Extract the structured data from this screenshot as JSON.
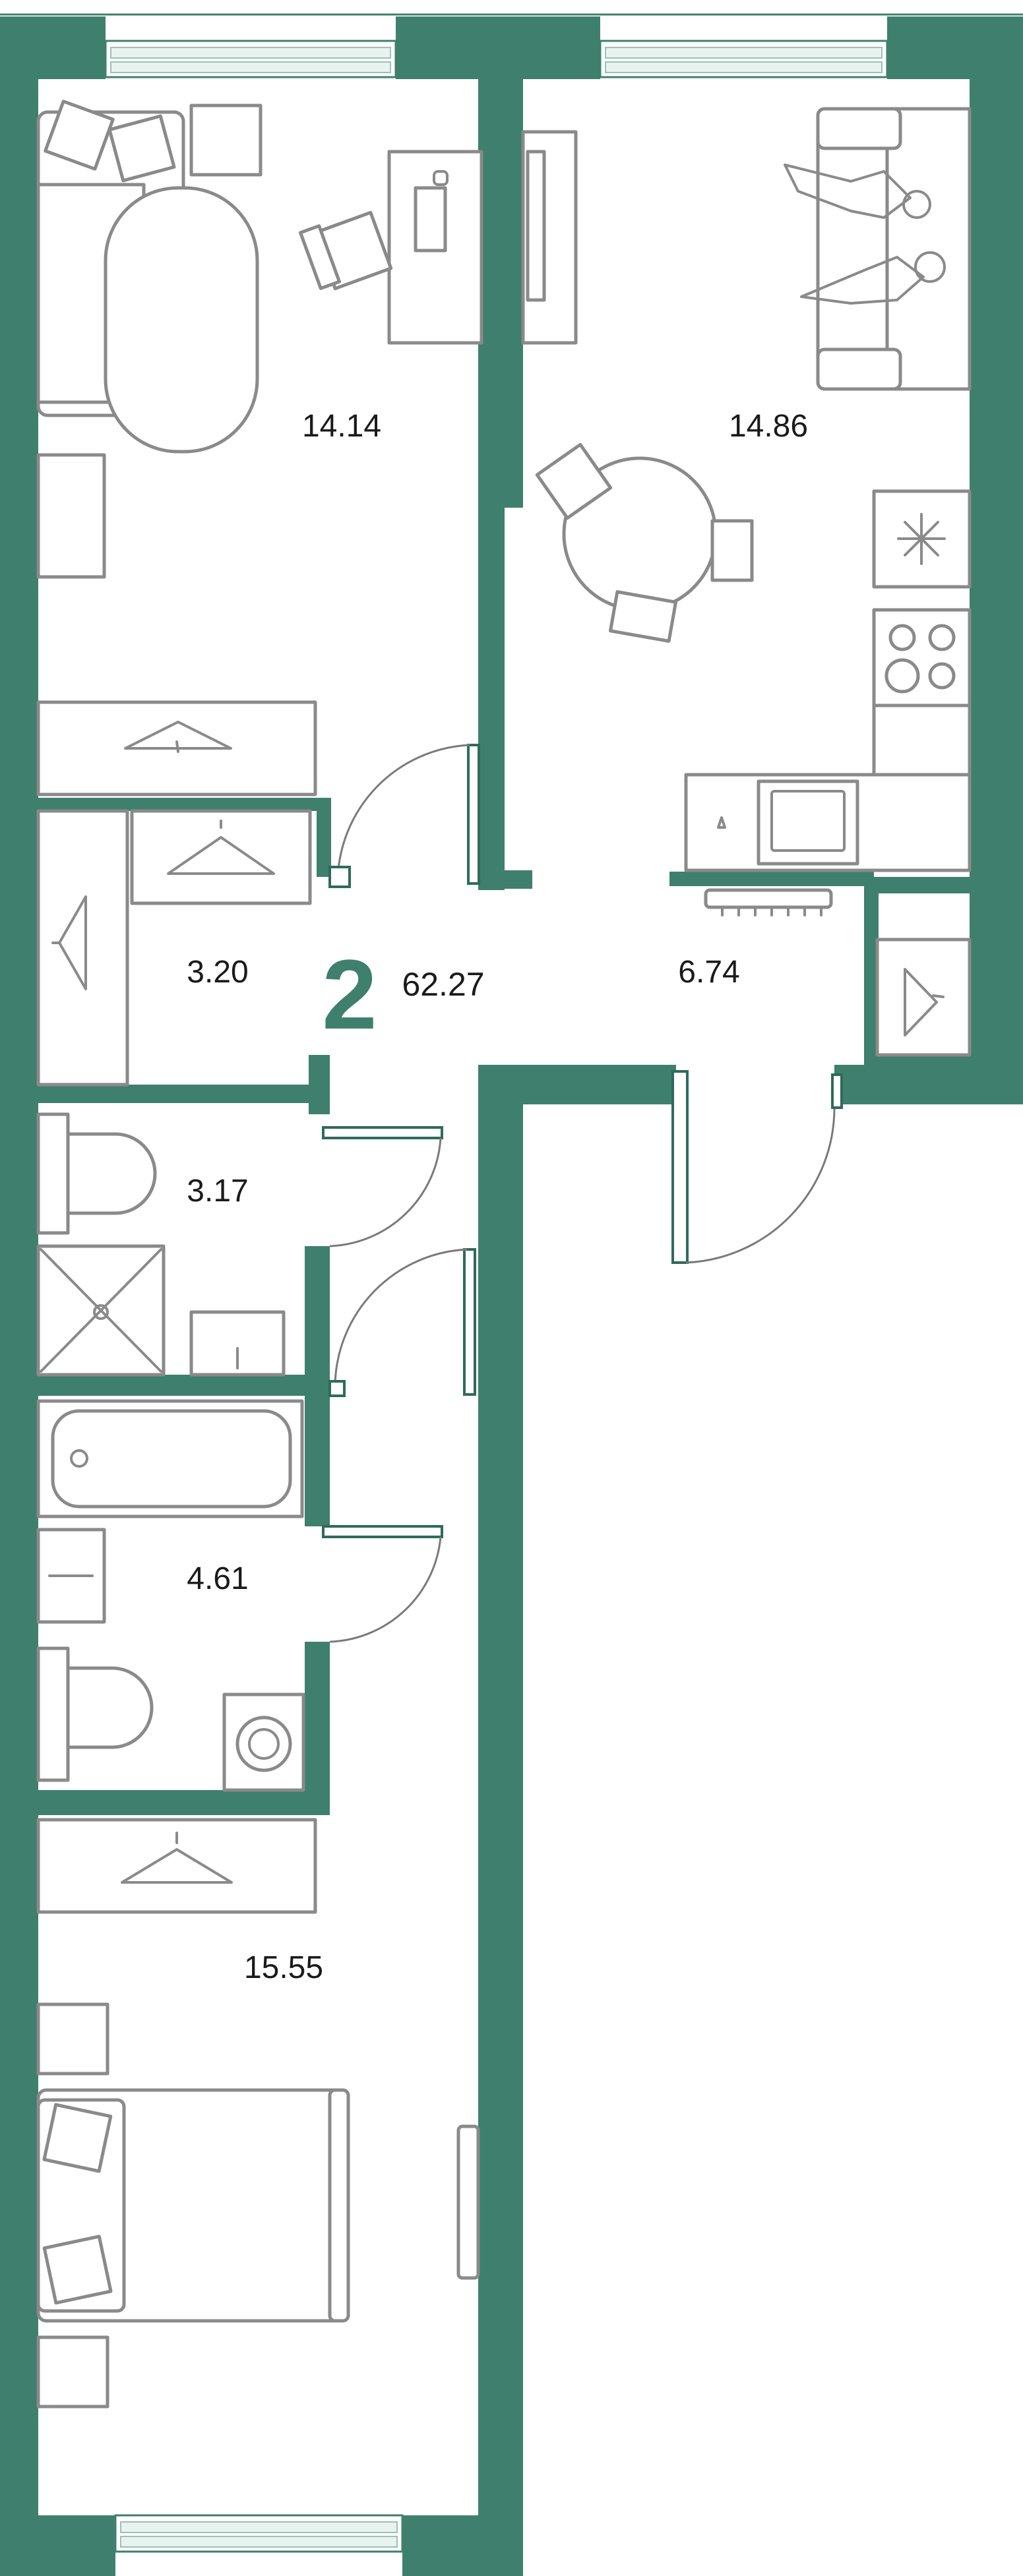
{
  "plan": {
    "room_count": "2",
    "total_area": "62.27",
    "accent_color": "#3f7f6d",
    "rooms": [
      {
        "id": "living-room",
        "area": "14.14"
      },
      {
        "id": "kitchen-living",
        "area": "14.86"
      },
      {
        "id": "wardrobe",
        "area": "3.20"
      },
      {
        "id": "hallway",
        "area": "6.74"
      },
      {
        "id": "shower-room",
        "area": "3.17"
      },
      {
        "id": "bathroom",
        "area": "4.61"
      },
      {
        "id": "bedroom",
        "area": "15.55"
      }
    ]
  }
}
